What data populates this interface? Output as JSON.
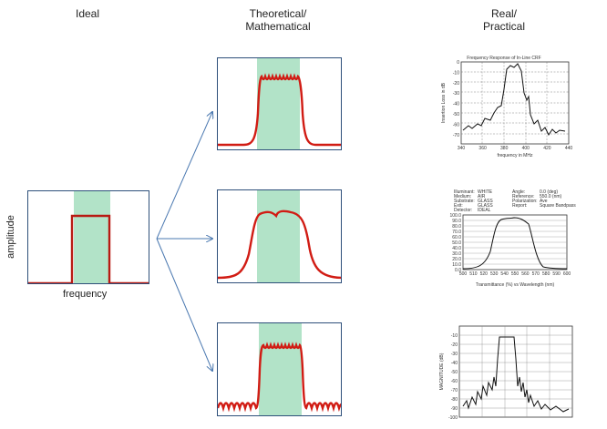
{
  "headers": {
    "ideal": "Ideal",
    "theoretical": "Theoretical/\nMathematical",
    "real": "Real/\nPractical"
  },
  "ideal_panel": {
    "x_label": "frequency",
    "y_label": "amplitude"
  },
  "real_plots": {
    "top": {
      "title": "Frequency Response of In-Line CRF",
      "x_label": "frequency in MHz",
      "y_label": "Insertion Loss in dB",
      "x_ticks": [
        "340",
        "360",
        "380",
        "400",
        "420",
        "440"
      ],
      "y_ticks": [
        "0",
        "-10",
        "-20",
        "-30",
        "-40",
        "-50",
        "-60",
        "-70"
      ]
    },
    "middle": {
      "info": [
        [
          "Illuminant:",
          "WHITE",
          "Angle:",
          "0.0 (deg)"
        ],
        [
          "Medium:",
          "AIR",
          "Reference:",
          "550.0 (nm)"
        ],
        [
          "Substrate:",
          "GLASS",
          "Polarization:",
          "Ave"
        ],
        [
          "Exit:",
          "GLASS",
          "Report:",
          "Square Bandpass"
        ],
        [
          "Detector:",
          "IDEAL",
          "",
          ""
        ]
      ],
      "x_label": "Transmittance (%)  vs  Wavelength (nm)",
      "x_ticks": [
        "500",
        "510",
        "520",
        "530",
        "540",
        "550",
        "560",
        "570",
        "580",
        "590",
        "600"
      ],
      "y_ticks": [
        "100.0",
        "90.0",
        "80.0",
        "70.0",
        "60.0",
        "50.0",
        "40.0",
        "30.0",
        "20.0",
        "10.0",
        "0.0"
      ]
    },
    "bottom": {
      "y_label": "MAGNITUDE (dB)",
      "y_ticks": [
        "-10",
        "-20",
        "-30",
        "-40",
        "-50",
        "-60",
        "-70",
        "-80",
        "-90",
        "-100"
      ]
    }
  }
}
